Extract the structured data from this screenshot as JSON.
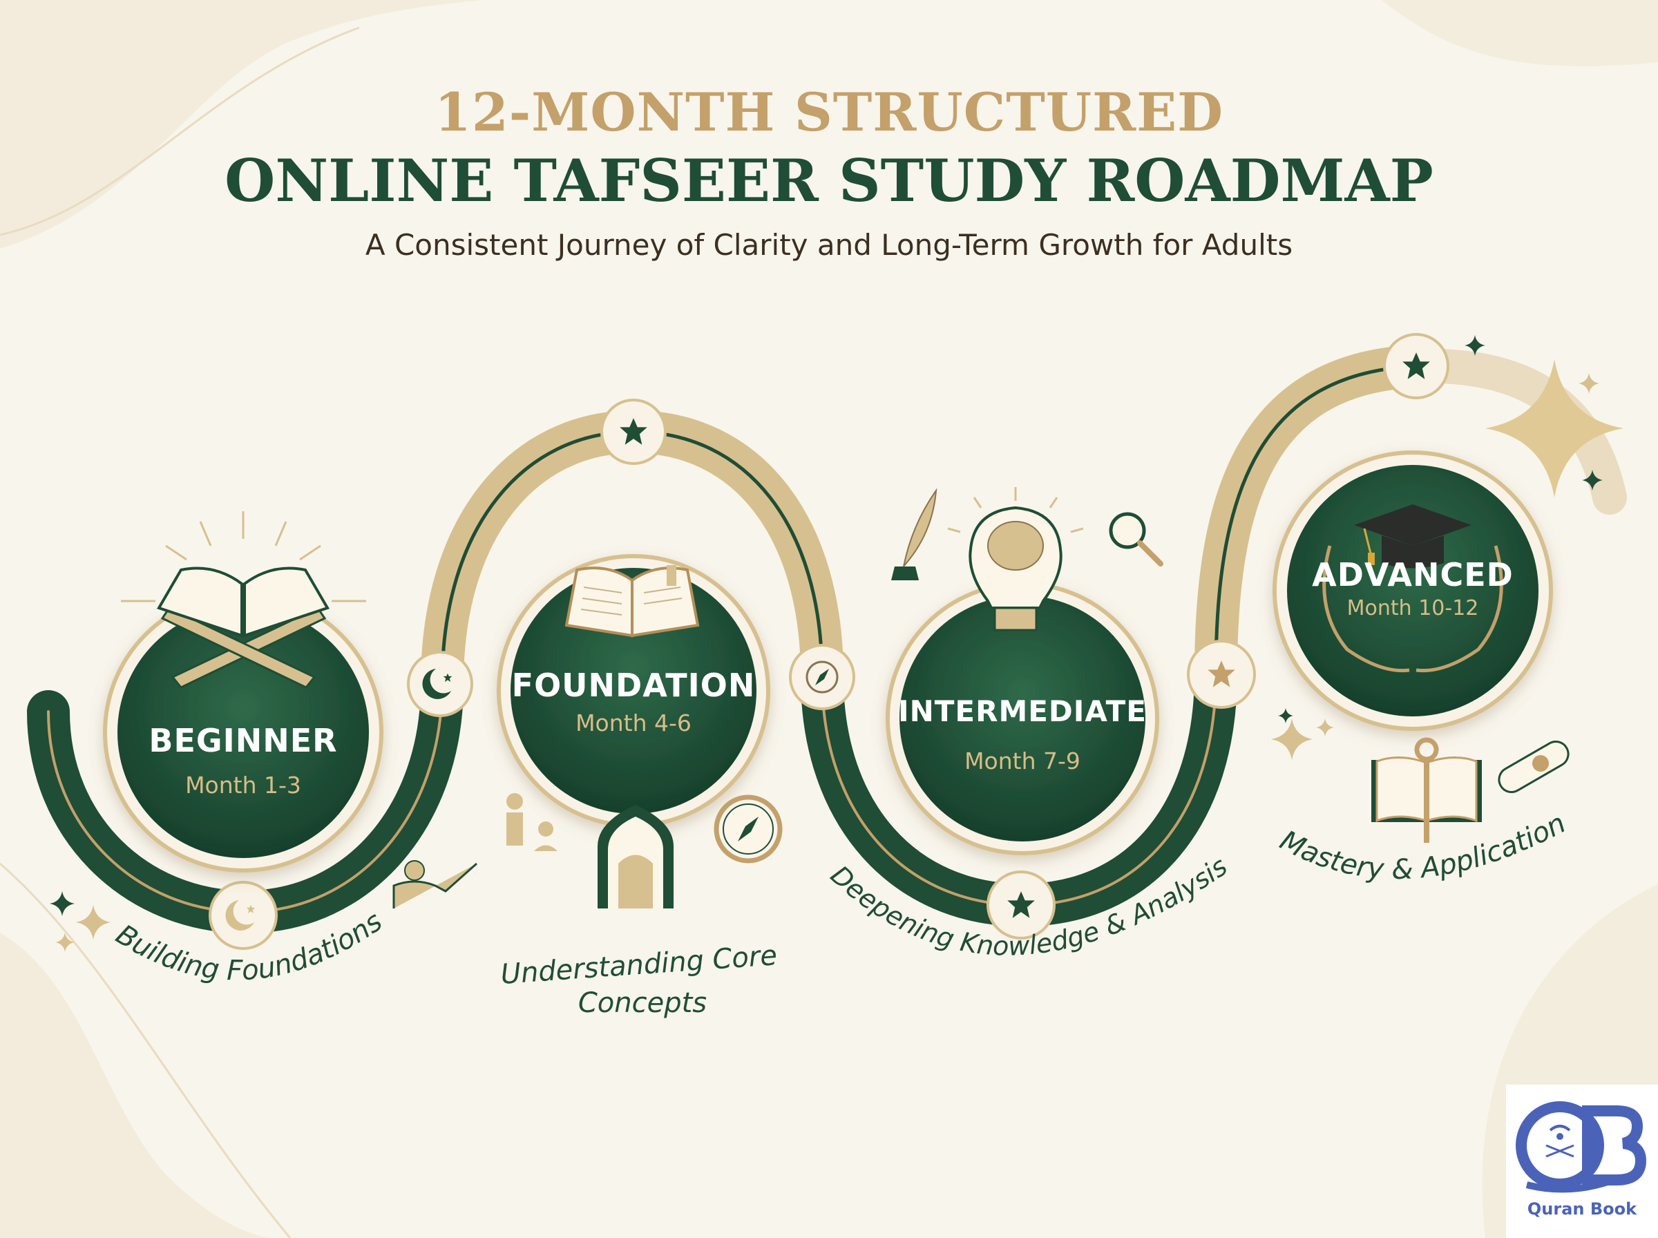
{
  "header": {
    "title_line1": "12-MONTH STRUCTURED",
    "title_line2": "ONLINE TAFSEER STUDY ROADMAP",
    "subtitle": "A Consistent Journey of Clarity and Long-Term Growth for Adults"
  },
  "stages": [
    {
      "name": "BEGINNER",
      "months": "Month 1-3",
      "caption": "Building Foundations",
      "icon": "quran-on-stand-icon"
    },
    {
      "name": "FOUNDATION",
      "months": "Month 4-6",
      "caption_line1": "Understanding Core",
      "caption_line2": "Concepts",
      "icon": "open-book-icon"
    },
    {
      "name": "INTERMEDIATE",
      "months": "Month 7-9",
      "caption": "Deepening Knowledge & Analysis",
      "icon": "lightbulb-brain-icon"
    },
    {
      "name": "ADVANCED",
      "months": "Month 10-12",
      "caption": "Mastery & Application",
      "icon": "graduation-cap-laurel-icon"
    }
  ],
  "path_markers": [
    "crescent-star-icon",
    "crescent-star-icon",
    "star-icon",
    "compass-icon",
    "star-icon",
    "star-icon",
    "star-icon"
  ],
  "decorations": [
    "teacher-icon",
    "teacher-student-icon",
    "mihrab-arch-icon",
    "compass-icon",
    "quill-inkwell-icon",
    "magnifier-icon",
    "sparkles-icon",
    "book-key-icon",
    "diploma-scroll-icon"
  ],
  "logo": {
    "text": "Quran Book",
    "mark": "QB"
  },
  "colors": {
    "green": "#1f4d36",
    "gold": "#c4a06a",
    "background": "#f8f5ec",
    "logo_blue": "#4a63b9"
  }
}
